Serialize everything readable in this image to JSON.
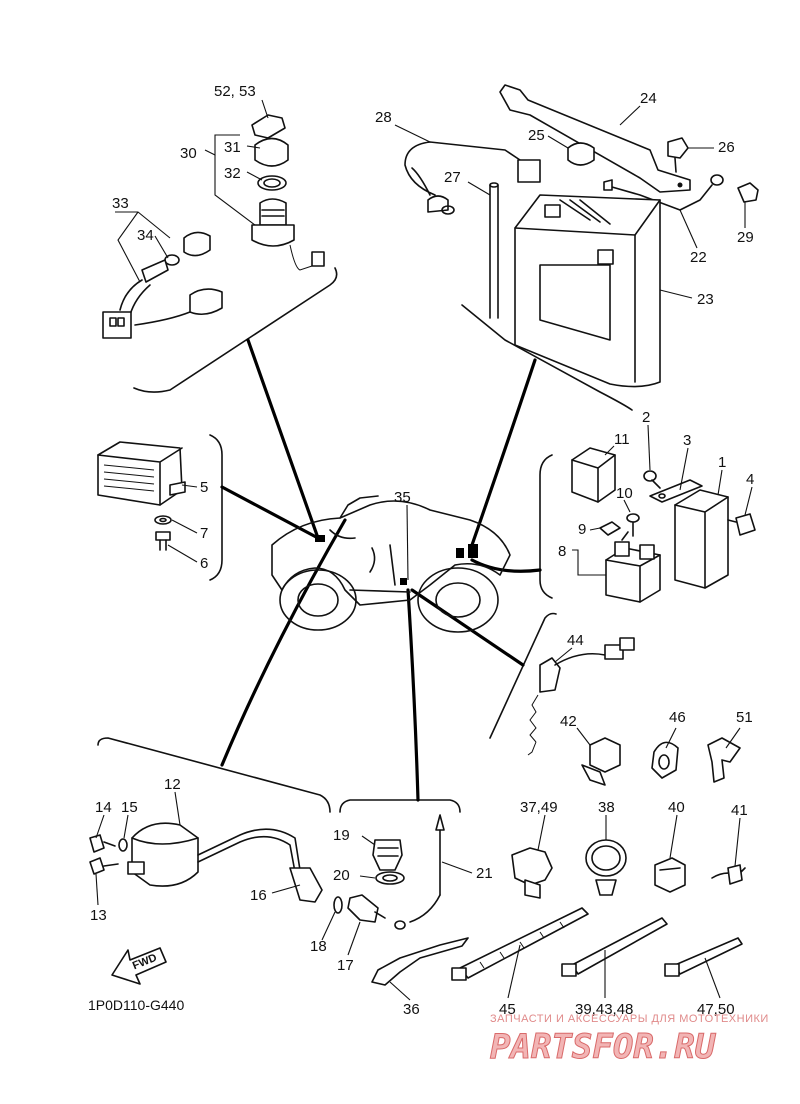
{
  "diagram_code": "1P0D110-G440",
  "watermark": {
    "tagline": "ЗАПЧАСТИ И АКСЕССУАРЫ ДЛЯ МОТОТЕХНИКИ",
    "brand": "PARTSFOR.RU"
  },
  "fwd_label": "FWD",
  "labels": {
    "p52_53": "52, 53",
    "p31": "31",
    "p30": "30",
    "p32": "32",
    "p33": "33",
    "p34": "34",
    "p24": "24",
    "p28": "28",
    "p25": "25",
    "p26": "26",
    "p27": "27",
    "p29": "29",
    "p22": "22",
    "p23": "23",
    "p5": "5",
    "p7": "7",
    "p6": "6",
    "p2": "2",
    "p3": "3",
    "p11": "11",
    "p1": "1",
    "p4": "4",
    "p10": "10",
    "p9": "9",
    "p8": "8",
    "p35": "35",
    "p44": "44",
    "p42": "42",
    "p46": "46",
    "p51": "51",
    "p12": "12",
    "p14": "14",
    "p15": "15",
    "p13": "13",
    "p16": "16",
    "p19": "19",
    "p20": "20",
    "p21": "21",
    "p18": "18",
    "p17": "17",
    "p36": "36",
    "p37_49": "37,49",
    "p38": "38",
    "p40": "40",
    "p41": "41",
    "p45": "45",
    "p39_43_48": "39,43,48",
    "p47_50": "47,50"
  }
}
